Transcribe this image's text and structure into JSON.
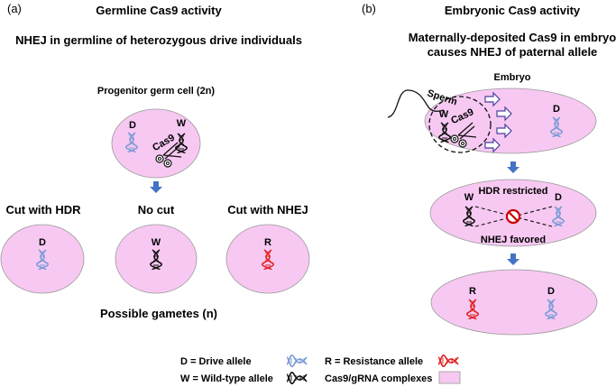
{
  "panel_a": {
    "tag": "(a)",
    "title": "Germline Cas9 activity",
    "subtitle": "NHEJ in germline of heterozygous drive individuals",
    "progenitor_label": "Progenitor germ cell (2n)",
    "progenitor_left_allele": "D",
    "progenitor_right_allele": "W",
    "cas9_label": "Cas9",
    "outcomes": [
      {
        "title": "Cut with HDR",
        "allele": "D"
      },
      {
        "title": "No cut",
        "allele": "W"
      },
      {
        "title": "Cut with NHEJ",
        "allele": "R"
      }
    ],
    "gametes_label": "Possible gametes (n)"
  },
  "panel_b": {
    "tag": "(b)",
    "title": "Embryonic Cas9 activity",
    "subtitle_line1": "Maternally-deposited Cas9 in embryo",
    "subtitle_line2": "causes NHEJ of paternal allele",
    "embryo_label": "Embryo",
    "sperm_label": "Sperm",
    "embryo_sperm_allele": "W",
    "embryo_cas9_label": "Cas9",
    "embryo_maternal_allele": "D",
    "hdr_label": "HDR restricted",
    "nhej_label": "NHEJ favored",
    "mid_left_allele": "W",
    "mid_right_allele": "D",
    "final_left_allele": "R",
    "final_right_allele": "D"
  },
  "legend": {
    "drive": "D = Drive allele",
    "wild": "W = Wild-type allele",
    "resistance": "R = Resistance allele",
    "complex": "Cas9/gRNA complexes"
  },
  "colors": {
    "cell_fill": "#f7c9f2",
    "drive_dna": "#7a9bd6",
    "wild_dna": "#111111",
    "resistance_dna": "#e02020",
    "arrow": "#4472c4"
  }
}
